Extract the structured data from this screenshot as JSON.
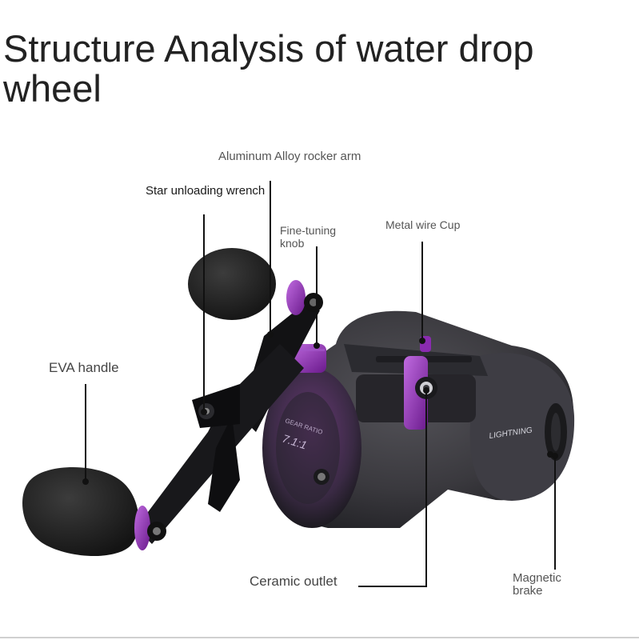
{
  "title": "Structure Analysis of water drop wheel",
  "labels": {
    "rocker_arm": "Aluminum Alloy rocker arm",
    "star_wrench": "Star unloading wrench",
    "fine_tuning": "Fine-tuning knob",
    "wire_cup": "Metal wire Cup",
    "eva_handle": "EVA handle",
    "ceramic_outlet": "Ceramic outlet",
    "magnetic_brake": "Magnetic brake"
  },
  "product": {
    "gear_ratio_text": "GEAR RATIO",
    "gear_ratio_value": "7.1:1",
    "brand": "LIGHTNING"
  },
  "colors": {
    "accent": "#8a2bb0",
    "body": "#3a3a3e",
    "grip": "#2a2a2a"
  }
}
